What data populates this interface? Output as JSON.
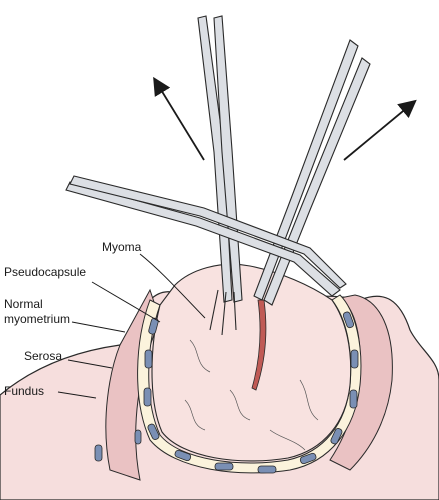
{
  "figure": {
    "labels": {
      "myoma": "Myoma",
      "pseudocapsule": "Pseudocapsule",
      "normal_myometrium_line1": "Normal",
      "normal_myometrium_line2": "myometrium",
      "serosa": "Serosa",
      "fundus": "Fundus"
    },
    "colors": {
      "tissue_fill": "#f6dedd",
      "tissue_shadow": "#eac2c3",
      "myoma_fill": "#f8e2e0",
      "capsule_fill": "#fbf3dc",
      "vessel_fill": "#7a8fb4",
      "instrument_fill": "#dcdfe4",
      "instrument_shade": "#9aa1ab",
      "outline": "#2a2a2a",
      "incision": "#c05a55"
    },
    "icons": [
      "up-left-arrow-icon",
      "up-right-arrow-icon"
    ]
  }
}
